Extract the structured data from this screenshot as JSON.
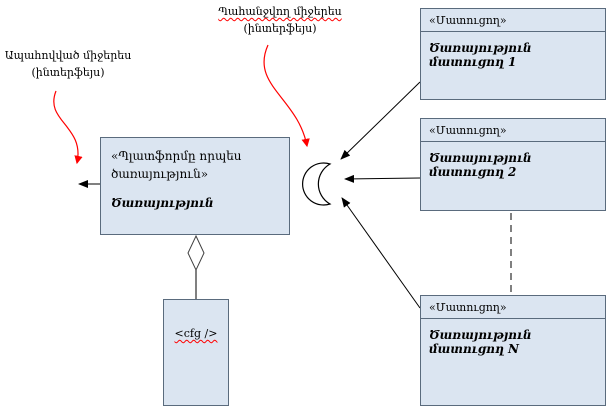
{
  "annotations": {
    "required": {
      "line1": "Պահանջվող միջերես",
      "line2": "(ինտերֆեյս)"
    },
    "provided": {
      "line1": "Ապահովված միջերես",
      "line2": "(ինտերֆեյս)"
    }
  },
  "main_component": {
    "stereotype_line1": "«Պլատֆորմը որպես",
    "stereotype_line2": "ծառայություն»",
    "name": "Ծառայություն"
  },
  "providers": [
    {
      "stereotype": "«Մատուցող»",
      "name": "Ծառայություն մատուցող 1"
    },
    {
      "stereotype": "«Մատուցող»",
      "name": "Ծառայություն մատուցող 2"
    },
    {
      "stereotype": "«Մատուցող»",
      "name": "Ծառայություն մատուցող N"
    }
  ],
  "config_node": {
    "label": "<cfg />"
  },
  "colors": {
    "box_fill": "#dbe5f1",
    "box_border": "#5a6b7d",
    "connector": "#000000",
    "annotation_arrow": "#ff0000"
  }
}
